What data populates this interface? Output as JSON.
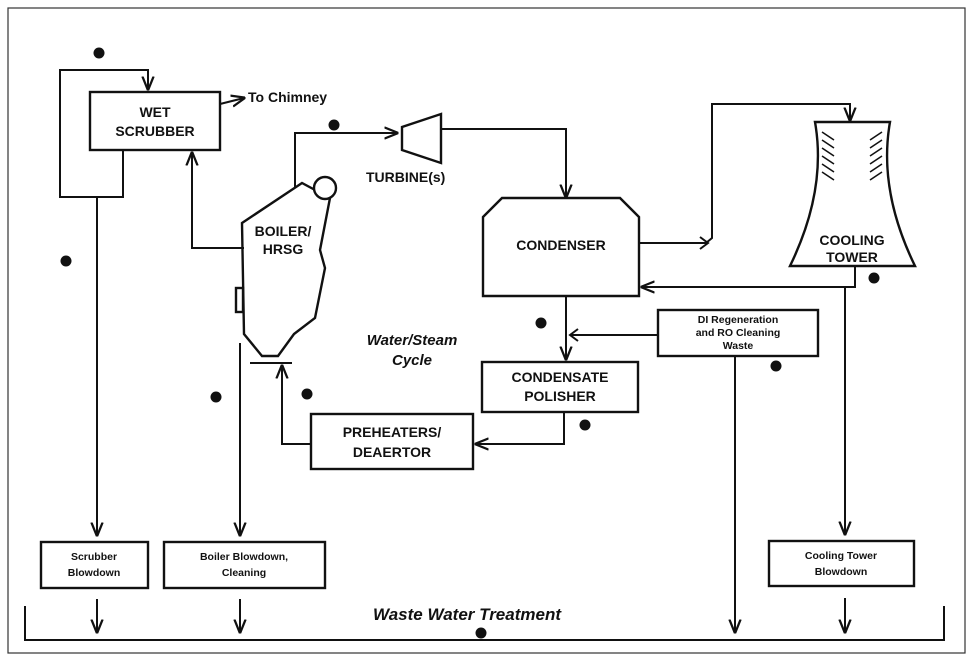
{
  "labels": {
    "wet_scrubber_1": "WET",
    "wet_scrubber_2": "SCRUBBER",
    "to_chimney": "To Chimney",
    "turbine": "TURBINE(s)",
    "boiler_1": "BOILER/",
    "boiler_2": "HRSG",
    "condenser": "CONDENSER",
    "cooling_tower_1": "COOLING",
    "cooling_tower_2": "TOWER",
    "cycle_1": "Water/Steam",
    "cycle_2": "Cycle",
    "di_1": "DI Regeneration",
    "di_2": "and RO Cleaning",
    "di_3": "Waste",
    "condensate_1": "CONDENSATE",
    "condensate_2": "POLISHER",
    "preheaters_1": "PREHEATERS/",
    "preheaters_2": "DEAERTOR",
    "scrubber_bd_1": "Scrubber",
    "scrubber_bd_2": "Blowdown",
    "boiler_bd_1": "Boiler Blowdown,",
    "boiler_bd_2": "Cleaning",
    "ct_bd_1": "Cooling Tower",
    "ct_bd_2": "Blowdown",
    "waste_water": "Waste Water Treatment"
  }
}
